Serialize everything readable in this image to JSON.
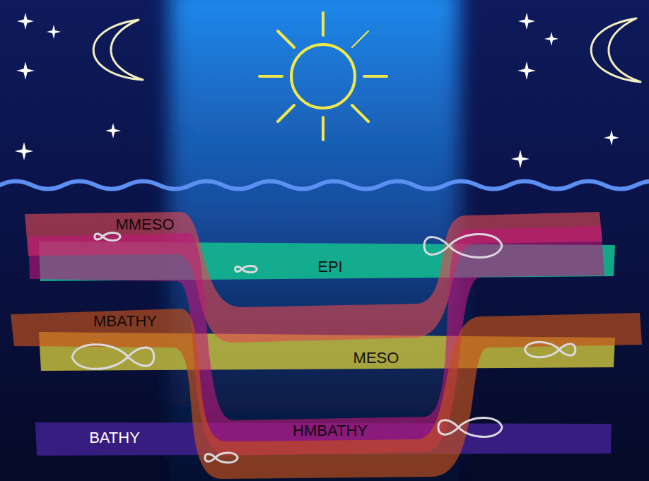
{
  "diagram": {
    "nodes": [
      {
        "text": [
          "MMESO"
        ]
      },
      {
        "text": [
          "EPI"
        ]
      },
      {
        "text": [
          "MBATHY"
        ]
      },
      {
        "text": [
          "MESO"
        ]
      },
      {
        "text": [
          "HMBATHY"
        ]
      },
      {
        "text": [
          "BATHY"
        ]
      }
    ]
  }
}
